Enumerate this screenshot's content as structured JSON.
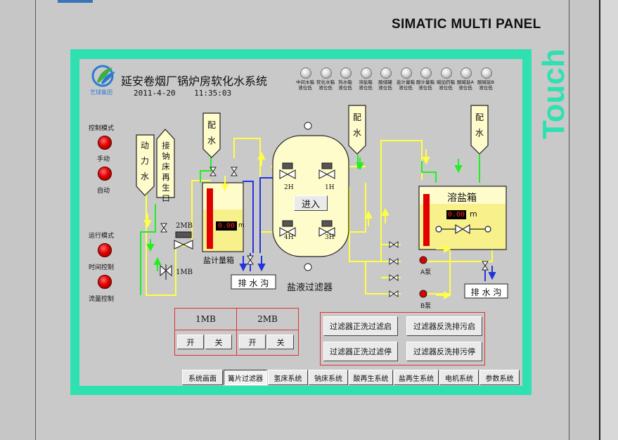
{
  "device": {
    "brand": "SIMATIC MULTI PANEL",
    "touch_label": "Touch"
  },
  "header": {
    "logo_text": "艺球集团",
    "title": "延安卷烟厂锅炉房软化水系统",
    "date": "2011-4-20",
    "time": "11:35:03"
  },
  "signals": [
    {
      "label": "中间水箱\n液位低"
    },
    {
      "label": "软化水箱\n液位低"
    },
    {
      "label": "热水箱\n液位低"
    },
    {
      "label": "溶盐箱\n液位低"
    },
    {
      "label": "酸储罐\n液位低"
    },
    {
      "label": "盐计量箱\n液位低"
    },
    {
      "label": "酸计量箱\n液位低"
    },
    {
      "label": "碱加药箱\n液位低"
    },
    {
      "label": "酸碱盐A\n液位低"
    },
    {
      "label": "酸碱盐B\n液位低"
    }
  ],
  "modes": {
    "control_title": "控制模式",
    "manual": "手动",
    "auto": "自动",
    "run_title": "运行模式",
    "time_control": "时间控制",
    "flow_control": "流量控制"
  },
  "process": {
    "power_water": "动力水",
    "receive_regen": "接钠床再生口",
    "dist_water": "配水",
    "valve_1mb": "1MB",
    "valve_2mb": "2MB",
    "salt_meter_tank": "盐计量箱",
    "salt_meter_level": "0.00",
    "salt_meter_unit": "m",
    "drain": "排 水 沟",
    "filter_name": "盐液过滤器",
    "enter_button": "进入",
    "valve_2h": "2H",
    "valve_1h": "1H",
    "valve_4h": "4H",
    "valve_3h": "3H",
    "dissolve_tank": "溶盐箱",
    "dissolve_level": "0.00",
    "dissolve_unit": "m",
    "pump_a": "A泵",
    "pump_b": "B泵"
  },
  "mb_control": {
    "col1": "1MB",
    "col2": "2MB",
    "on": "开",
    "off": "关"
  },
  "filter_buttons": {
    "fwd_start": "过滤器正洗过滤启",
    "back_start": "过滤器反洗排污启",
    "fwd_stop": "过滤器正洗过滤停",
    "back_stop": "过滤器反洗排污停"
  },
  "tabs": [
    {
      "label": "系统画面",
      "active": false
    },
    {
      "label": "篝片过滤器",
      "active": true
    },
    {
      "label": "氢床系统",
      "active": false
    },
    {
      "label": "钠床系统",
      "active": false
    },
    {
      "label": "酸再生系统",
      "active": false
    },
    {
      "label": "盐再生系统",
      "active": false
    },
    {
      "label": "电机系统",
      "active": false
    },
    {
      "label": "参数系统",
      "active": false
    }
  ],
  "colors": {
    "frame": "#2fe0b0",
    "pipe_water": "#ffff44",
    "pipe_green": "#22ee22",
    "pipe_blue": "#2233dd",
    "lamp_red": "#e00000",
    "box_red": "#dd3333"
  }
}
